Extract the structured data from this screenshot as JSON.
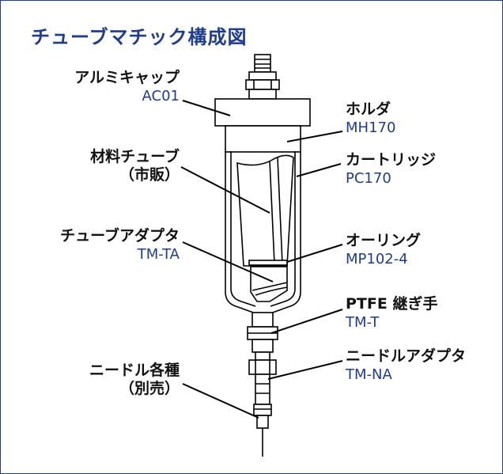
{
  "title": "チューブマチック構成図",
  "colors": {
    "accent": "#1f3d8f",
    "border": "#1f3d8f",
    "text": "#111111",
    "line": "#000000"
  },
  "labels": {
    "aluminum_cap": {
      "name": "アルミキャップ",
      "code": "AC01"
    },
    "holder": {
      "name": "ホルダ",
      "code": "MH170"
    },
    "material_tube": {
      "name": "材料チューブ",
      "note": "（市販）"
    },
    "cartridge": {
      "name": "カートリッジ",
      "code": "PC170"
    },
    "tube_adapter": {
      "name": "チューブアダプタ",
      "code": "TM-TA"
    },
    "o_ring": {
      "name": "オーリング",
      "code": "MP102-4"
    },
    "ptfe_joint": {
      "name": "PTFE 継ぎ手",
      "code": "TM-T"
    },
    "needle_adapter": {
      "name": "ニードルアダプタ",
      "code": "TM-NA"
    },
    "needles": {
      "name": "ニードル各種",
      "note": "（別売）"
    }
  }
}
